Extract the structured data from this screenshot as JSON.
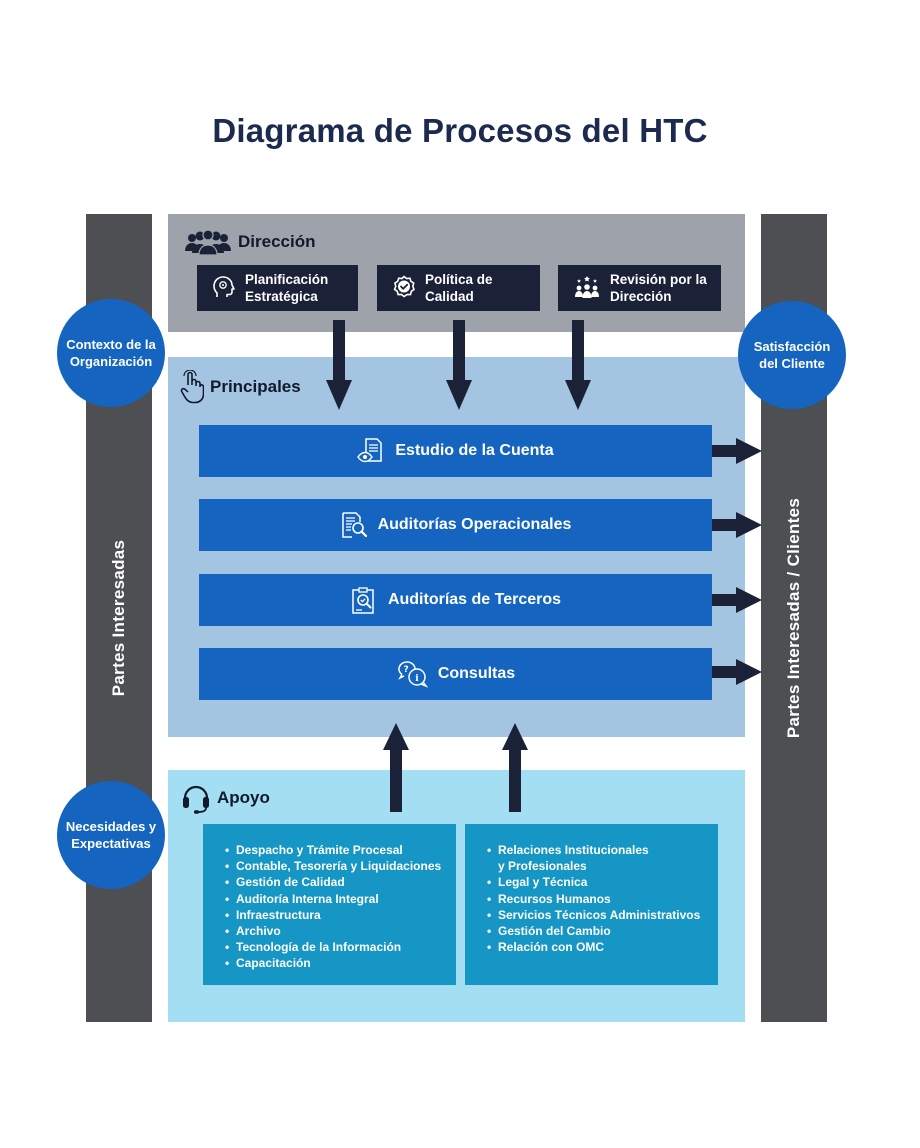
{
  "title": "Diagrama de Procesos del HTC",
  "left_bar": {
    "label": "Partes Interesadas"
  },
  "right_bar": {
    "label": "Partes Interesadas / Clientes"
  },
  "circles": {
    "contexto": "Contexto de la Organización",
    "necesidades": "Necesidades y Expectativas",
    "satisfaccion": "Satisfacción del Cliente"
  },
  "direccion": {
    "heading": "Dirección",
    "icon": "people-group-icon",
    "boxes": [
      {
        "label": "Planificación Estratégica",
        "icon": "brain-head-icon"
      },
      {
        "label": "Política de Calidad",
        "icon": "check-badge-icon"
      },
      {
        "label": "Revisión por la Dirección",
        "icon": "team-review-icon"
      }
    ]
  },
  "principales": {
    "heading": "Principales",
    "icon": "hand-pointer-icon",
    "processes": [
      {
        "label": "Estudio de la Cuenta",
        "icon": "document-eye-icon"
      },
      {
        "label": "Auditorías Operacionales",
        "icon": "document-search-icon"
      },
      {
        "label": "Auditorías de Terceros",
        "icon": "clipboard-search-icon"
      },
      {
        "label": "Consultas",
        "icon": "question-info-bubbles-icon"
      }
    ]
  },
  "apoyo": {
    "heading": "Apoyo",
    "icon": "headset-icon",
    "left_items": [
      "Despacho y Trámite Procesal",
      "Contable, Tesorería y Liquidaciones",
      "Gestión de Calidad",
      "Auditoría Interna Integral",
      "Infraestructura",
      "Archivo",
      "Tecnología de la Información",
      "Capacitación"
    ],
    "right_items": [
      "Relaciones Institucionales y Profesionales",
      "Legal y Técnica",
      "Recursos Humanos",
      "Servicios Técnicos Administrativos",
      "Gestión del Cambio",
      "Relación con OMC"
    ]
  },
  "colors": {
    "title": "#1b2a4e",
    "side_bar": "#4d4f53",
    "circle": "#1565c0",
    "direccion_panel": "#9ea3ab",
    "direccion_box": "#1b2238",
    "principales_panel": "#a4c5e1",
    "process_box": "#1565c0",
    "apoyo_panel": "#a3def3",
    "support_box": "#1596c4",
    "arrow": "#1b2238"
  }
}
